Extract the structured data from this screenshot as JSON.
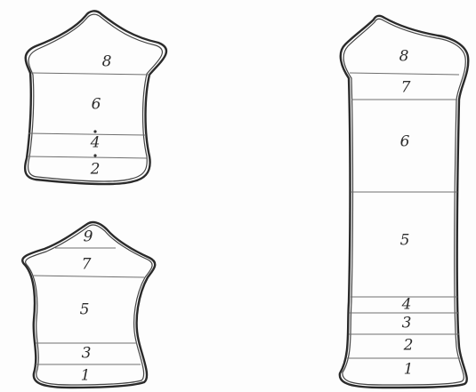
{
  "figures": [
    {
      "id": "top-left-hide",
      "zones": [
        "8",
        "6",
        "4",
        "2"
      ]
    },
    {
      "id": "bottom-left-hide",
      "zones": [
        "9",
        "7",
        "5",
        "3",
        "1"
      ]
    },
    {
      "id": "right-strip",
      "zones": [
        "8",
        "7",
        "6",
        "5",
        "4",
        "3",
        "2",
        "1"
      ]
    }
  ]
}
